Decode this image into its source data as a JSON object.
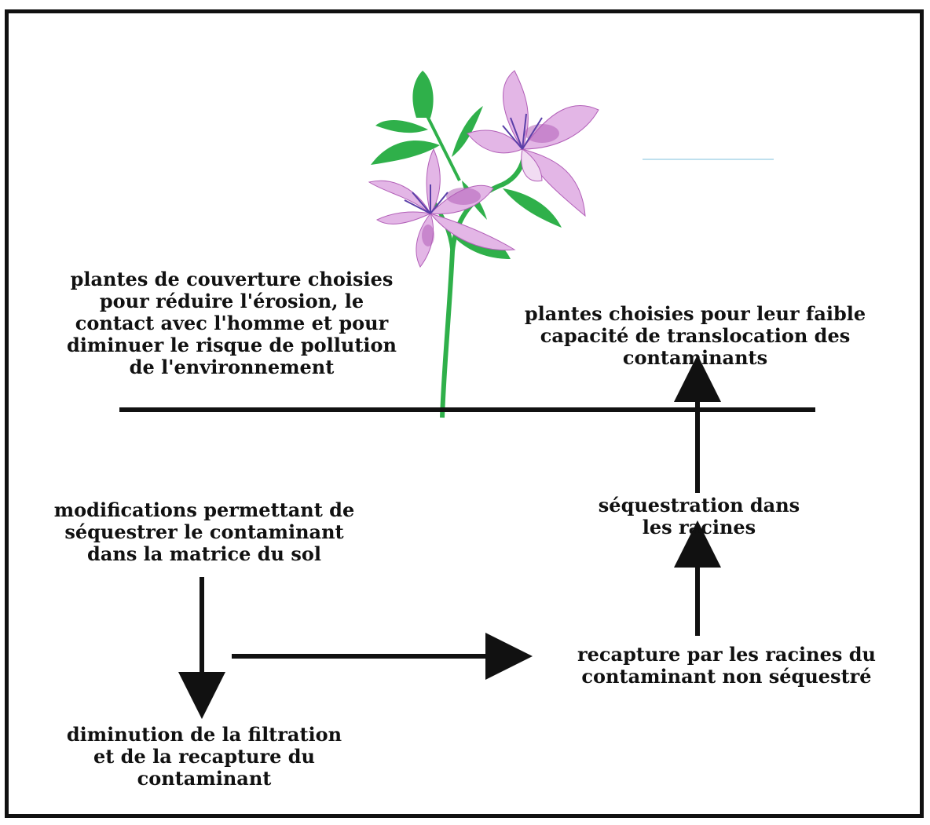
{
  "labels": {
    "cover_plants": "plantes de couverture choisies\npour réduire l'érosion, le\ncontact avec l'homme et pour\ndiminuer le risque de pollution\nde l'environnement",
    "low_translocation": "plantes choisies pour leur faible\ncapacité de translocation des\ncontaminants",
    "soil_modifications": "modifications permettant de\nséquestrer le contaminant\ndans la matrice du sol",
    "root_sequestration": "séquestration dans\nles racines",
    "root_recapture": "recapture par les racines du\ncontaminant non séquestré",
    "reduced_filtration": "diminution de la filtration\net de la recapture du\ncontaminant"
  },
  "colors": {
    "ink": "#111111",
    "stem": "#2fb04a",
    "petal": "#e3b6e6",
    "petal_dark": "#b25fb8",
    "stamen": "#5a3fa8"
  }
}
